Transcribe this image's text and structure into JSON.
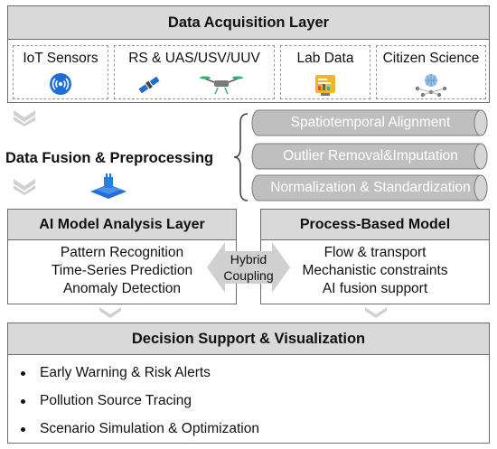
{
  "acquisition": {
    "title": "Data Acquisition Layer",
    "sources": [
      {
        "label": "IoT Sensors",
        "icon": "sensor-signal-icon"
      },
      {
        "label": "RS & UAS/USV/UUV",
        "icon": "satellite-drone-icon"
      },
      {
        "label": "Lab Data",
        "icon": "lab-report-icon"
      },
      {
        "label": "Citizen Science",
        "icon": "people-network-icon"
      }
    ]
  },
  "fusion": {
    "title": "Data Fusion & Preprocessing",
    "steps": [
      "Spatiotemporal Alignment",
      "Outlier Removal&Imputation",
      "Normalization & Standardization"
    ]
  },
  "ai_model": {
    "title": "AI Model Analysis Layer",
    "items": [
      "Pattern Recognition",
      "Time-Series Prediction",
      "Anomaly Detection"
    ]
  },
  "coupling": {
    "line1": "Hybrid",
    "line2": "Coupling"
  },
  "process_model": {
    "title": "Process-Based Model",
    "items": [
      "Flow & transport",
      "Mechanistic constraints",
      "AI fusion support"
    ]
  },
  "decision": {
    "title": "Decision Support & Visualization",
    "items": [
      "Early Warning & Risk Alerts",
      "Pollution Source Tracing",
      "Scenario Simulation & Optimization"
    ]
  },
  "colors": {
    "header_fill": "#d9d9d9",
    "border": "#6b6b6b",
    "cylinder_fill": "#bfbfbf",
    "arrow_fill": "#d0d0d0",
    "icon_blue": "#1f6fd6"
  }
}
